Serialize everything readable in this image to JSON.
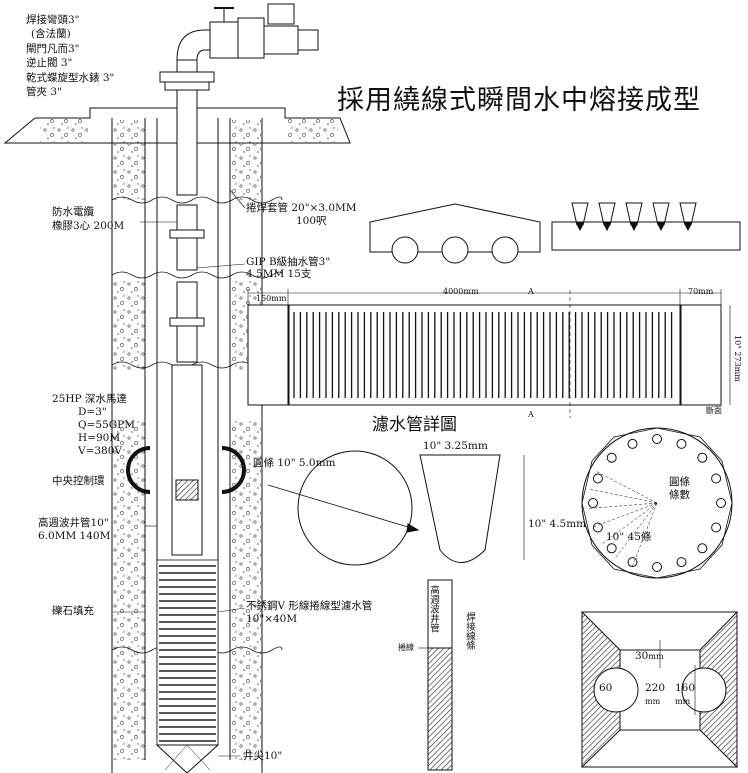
{
  "title": "採用繞線式瞬間水中熔接成型",
  "detail_title": "濾水管詳圖",
  "top_labels": {
    "line1": "焊接彎頭3\"",
    "line2": "(含法蘭)",
    "line3": "閘門凡而3\"",
    "line4": "逆止閥 3\"",
    "line5": "乾式蝶旋型水錶 3\"",
    "line6": "管夾 3\""
  },
  "cable": {
    "line1": "防水電纜",
    "line2": "橡膠3心 200M"
  },
  "casing": {
    "line1": "捲焊套管 20\"×3.0MM",
    "line2": "100呎"
  },
  "gip": {
    "line1": "GIP B級抽水管3\"",
    "line2": "4.5MM 15支"
  },
  "pump": {
    "line1": "25HP 深水馬達",
    "line2": "D=3\"",
    "line3": "Q=55GPM",
    "line4": "H=90M",
    "line5": "V=380V"
  },
  "control_ring": "中央控制環",
  "well_pipe": {
    "line1": "高週波井管10\"",
    "line2": "6.0MM 140M"
  },
  "gravel": "礫石填充",
  "screen_pipe": {
    "line1": "不銹鋼V 形線捲線型濾水管",
    "line2": "10\"×40M"
  },
  "well_tip": "井尖10\"",
  "dimensions": {
    "left_end": "150mm",
    "length": "4000mm",
    "right_end": "70mm",
    "diameter": "10\" 273mm",
    "section_mark_top": "A",
    "section_mark_bottom": "A",
    "section_label": "斷面"
  },
  "rod": {
    "label": "圓條 10\" 5.0mm",
    "top": "10\" 3.25mm",
    "side": "10\" 4.5mm"
  },
  "circle_labels": {
    "line1": "圓條",
    "line2": "條數",
    "count": "10\" 45條"
  },
  "pipe_detail": {
    "left": "高週波井管",
    "right": "焊接線條",
    "side": "捲線"
  },
  "bottom_box": {
    "top_dim": "30",
    "top_unit": "mm",
    "left_dim": "60",
    "center_dim": "220",
    "center_unit": "mm",
    "right_dim": "160",
    "right_unit": "mm"
  }
}
